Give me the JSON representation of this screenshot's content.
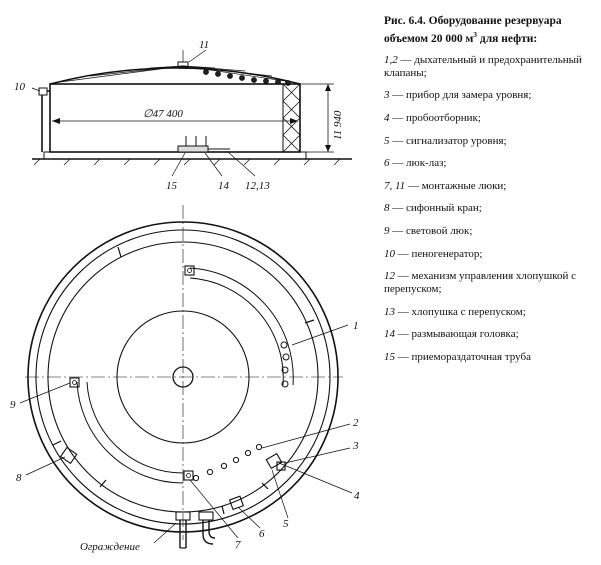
{
  "caption": {
    "title_line1": "Рис. 6.4. Оборудование резервуара",
    "title_line2_a": "объемом 20 000 м",
    "title_line2_sup": "3",
    "title_line2_b": " для нефти:"
  },
  "legend": [
    {
      "num": "1,2",
      "text": "дыхательный и предохранительный клапаны;"
    },
    {
      "num": "3",
      "text": "прибор для замера уровня;"
    },
    {
      "num": "4",
      "text": "пробоотборник;"
    },
    {
      "num": "5",
      "text": "сигнализатор уровня;"
    },
    {
      "num": "6",
      "text": "люк-лаз;"
    },
    {
      "num": "7, 11",
      "text": "монтажные люки;"
    },
    {
      "num": "8",
      "text": "сифонный кран;"
    },
    {
      "num": "9",
      "text": "световой люк;"
    },
    {
      "num": "10",
      "text": "пеногенератор;"
    },
    {
      "num": "12",
      "text": "механизм управления хлопушкой с перепуском;"
    },
    {
      "num": "13",
      "text": "хлопушка с перепуском;"
    },
    {
      "num": "14",
      "text": "размывающая головка;"
    },
    {
      "num": "15",
      "text": "приемораздаточная труба"
    }
  ],
  "elevation": {
    "diameter": "∅47 400",
    "height": "11 940",
    "label_10": "10",
    "label_11": "11",
    "label_15": "15",
    "label_14": "14",
    "label_1213": "12,13"
  },
  "plan": {
    "labels": {
      "l1": "1",
      "l2": "2",
      "l3": "3",
      "l4": "4",
      "l5": "5",
      "l6": "6",
      "l7": "7",
      "l8": "8",
      "l9": "9"
    },
    "fence": "Ограждение"
  },
  "separator": "—"
}
